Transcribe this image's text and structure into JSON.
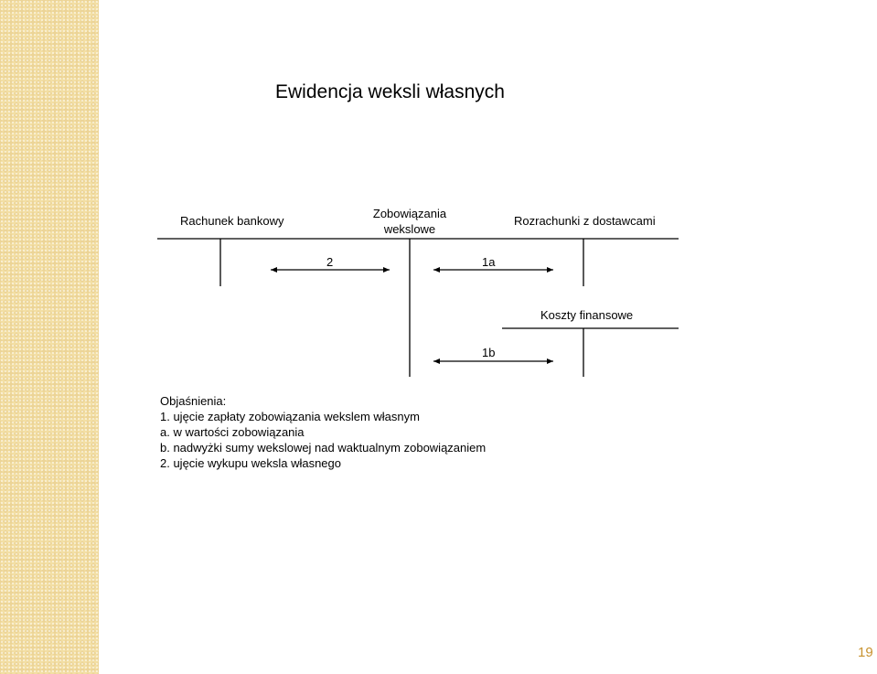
{
  "title": "Ewidencja weksli własnych",
  "accounts": {
    "bank": "Rachunek bankowy",
    "notes_line1": "Zobowiązania",
    "notes_line2": "wekslowe",
    "suppliers": "Rozrachunki z dostawcami",
    "costs": "Koszty finansowe"
  },
  "flows": {
    "f2": "2",
    "f1a": "1a",
    "f1b": "1b"
  },
  "legend": {
    "heading": "Objaśnienia:",
    "items": [
      "1. ujęcie zapłaty zobowiązania wekslem własnym",
      "a. w wartości zobowiązania",
      "b. nadwyżki sumy wekslowej nad waktualnym zobowiązaniem",
      "2. ujęcie wykupu weksla własnego"
    ]
  },
  "page_number": "19",
  "colors": {
    "side_band": "#f3dfa4",
    "page_number": "#c8922f"
  }
}
